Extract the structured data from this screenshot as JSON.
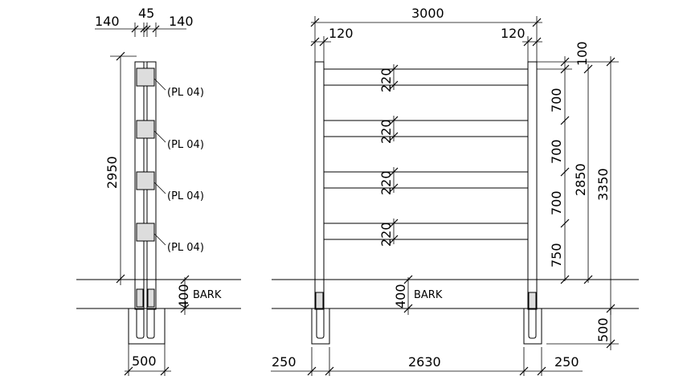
{
  "side_view": {
    "top_dims": [
      "140",
      "45",
      "140"
    ],
    "height_dim": "2950",
    "plate_labels": [
      "(PL 04)",
      "(PL 04)",
      "(PL 04)",
      "(PL 04)"
    ],
    "embed_dim": "400",
    "bark_label": "BARK",
    "footing_dim": "500"
  },
  "front_view": {
    "overall_width": "3000",
    "left_offset": "120",
    "right_offset": "120",
    "rail_gaps": [
      "220",
      "220",
      "220",
      "220"
    ],
    "rail_spacing": [
      "100",
      "700",
      "700",
      "700",
      "750"
    ],
    "mid_height": "2850",
    "total_height": "3350",
    "footing_depth": "500",
    "embed_dim": "400",
    "bark_label": "BARK",
    "bottom_left": "250",
    "bottom_span": "2630",
    "bottom_right": "250"
  }
}
